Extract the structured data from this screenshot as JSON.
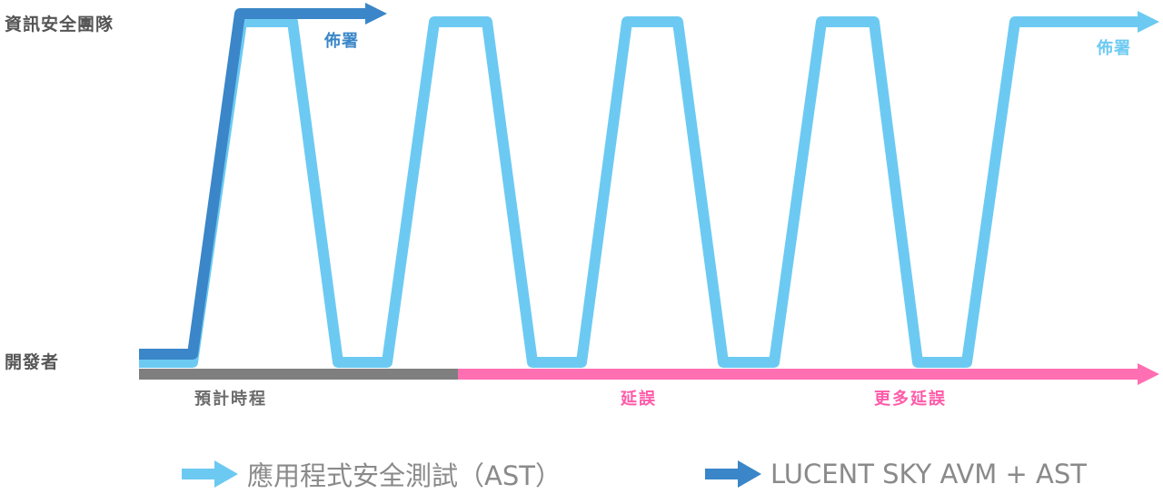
{
  "lanes": {
    "security_team": "資訊安全團隊",
    "developer": "開發者"
  },
  "deploy_labels": {
    "avm": "佈署",
    "ast": "佈署"
  },
  "timeline": {
    "planned": "預計時程",
    "delay": "延誤",
    "more_delay": "更多延誤"
  },
  "legend": {
    "ast": "應用程式安全測試（AST）",
    "avm": "LUCENT SKY AVM + AST"
  },
  "colors": {
    "ast_light_blue": "#6ccaf2",
    "avm_dark_blue": "#3a86c8",
    "planned_gray": "#7f7f7f",
    "delay_pink": "#ff6fb2"
  }
}
